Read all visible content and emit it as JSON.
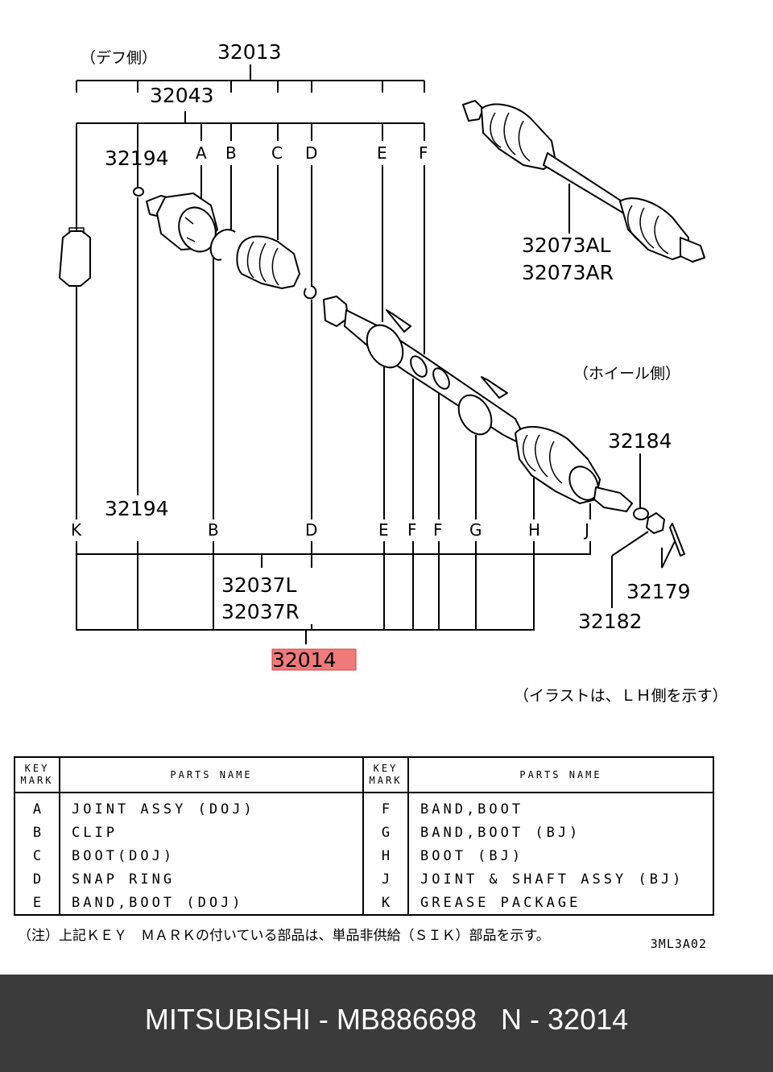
{
  "diagram": {
    "callouts": {
      "c32013": "32013",
      "c32043": "32043",
      "c32194_top": "32194",
      "c32194_low": "32194",
      "c32073al": "32073AL",
      "c32073ar": "32073AR",
      "c32184": "32184",
      "c32179": "32179",
      "c32182": "32182",
      "c32037l": "32037L",
      "c32037r": "32037R",
      "c32014": "32014"
    },
    "top_letters": [
      "A",
      "B",
      "C",
      "D",
      "E",
      "F"
    ],
    "bottom_letters": [
      "K",
      "B",
      "D",
      "E",
      "F",
      "F",
      "G",
      "H",
      "J"
    ],
    "jp_diff_side": "（デフ側）",
    "jp_wheel_side": "（ホイール側）",
    "jp_illustration_note": "（イラストは、ＬＨ側を示す）",
    "highlight_color": "#f07a7a"
  },
  "legend": {
    "header": {
      "key_mark_line1": "KEY",
      "key_mark_line2": "MARK",
      "parts_name": "PARTS NAME"
    },
    "rows": [
      {
        "k1": "A",
        "n1": "JOINT ASSY (DOJ)",
        "k2": "F",
        "n2": "BAND,BOOT"
      },
      {
        "k1": "B",
        "n1": "CLIP",
        "k2": "G",
        "n2": "BAND,BOOT (BJ)"
      },
      {
        "k1": "C",
        "n1": "BOOT(DOJ)",
        "k2": "H",
        "n2": "BOOT (BJ)"
      },
      {
        "k1": "D",
        "n1": "SNAP RING",
        "k2": "J",
        "n2": "JOINT & SHAFT ASSY (BJ)"
      },
      {
        "k1": "E",
        "n1": "BAND,BOOT (DOJ)",
        "k2": "K",
        "n2": "GREASE PACKAGE"
      }
    ]
  },
  "note": "（注）上記ＫＥＹ　ＭＡＲＫの付いている部品は、単品非供給（ＳＩＫ）部品を示す。",
  "code": "3ML3A02",
  "footer": {
    "brand": "MITSUBISHI",
    "part_number": "MB886698",
    "ref": "N - 32014",
    "separator": " - "
  }
}
